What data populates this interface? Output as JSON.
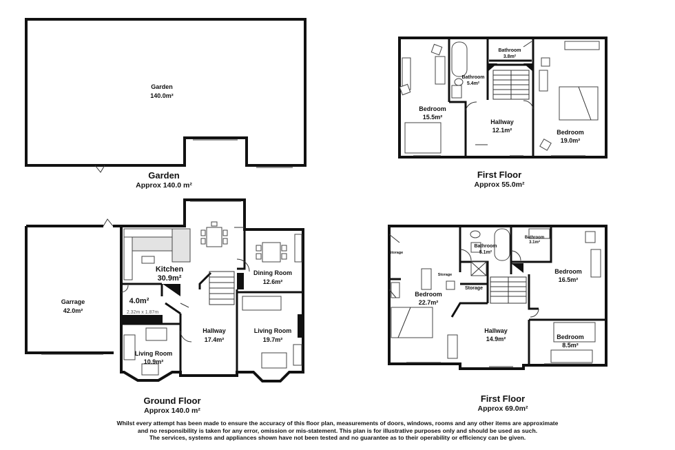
{
  "garden": {
    "room_name": "Garden",
    "room_area": "140.0m²",
    "title": "Garden",
    "approx": "Approx 140.0 m²"
  },
  "first_floor_top": {
    "title": "First Floor",
    "approx": "Approx 55.0m²",
    "rooms": {
      "bathroom_a": {
        "name": "Bathroom",
        "area": "5.4m²"
      },
      "bathroom_b": {
        "name": "Bathroom",
        "area": "3.8m²"
      },
      "bedroom_left": {
        "name": "Bedroom",
        "area": "15.5m²"
      },
      "hallway": {
        "name": "Hallway",
        "area": "12.1m²"
      },
      "bedroom_right": {
        "name": "Bedroom",
        "area": "19.0m²"
      }
    }
  },
  "ground_floor": {
    "title": "Ground Floor",
    "approx": "Approx 140.0 m²",
    "rooms": {
      "garrage": {
        "name": "Garrage",
        "area": "42.0m²"
      },
      "kitchen": {
        "name": "Kitchen",
        "area": "30.9m²"
      },
      "store": {
        "area": "4.0m²"
      },
      "dims": {
        "text": "2.32m x 1.87m"
      },
      "dining": {
        "name": "Dining Room",
        "area": "12.6m²"
      },
      "hallway": {
        "name": "Hallway",
        "area": "17.4m²"
      },
      "living_main": {
        "name": "Living Room",
        "area": "19.7m²"
      },
      "living_small": {
        "name": "Living Room",
        "area": "10.9m²"
      }
    }
  },
  "first_floor_bottom": {
    "title": "First Floor",
    "approx": "Approx 69.0m²",
    "rooms": {
      "storage_a": {
        "name": "Storage"
      },
      "storage_b": {
        "name": "Storage"
      },
      "storage_c": {
        "name": "Storage"
      },
      "bathroom_a": {
        "name": "Bathroom",
        "area": "5.1m²"
      },
      "bathroom_b": {
        "name": "Bathroom",
        "area": "3.1m²"
      },
      "bedroom_large": {
        "name": "Bedroom",
        "area": "22.7m²"
      },
      "bedroom_right": {
        "name": "Bedroom",
        "area": "16.5m²"
      },
      "hallway": {
        "name": "Hallway",
        "area": "14.9m²"
      },
      "bedroom_small": {
        "name": "Bedroom",
        "area": "8.5m²"
      }
    }
  },
  "disclaimer": {
    "line1": "Whilst every attempt has been made to ensure the accuracy of this floor plan, measurements of doors, windows, rooms and any other items are approximate",
    "line2": "and no responsibility is taken for any error, omission or mis-statement. This plan is for illustrative purposes only and should be used as such.",
    "line3": "The services, systems and appliances shown have not been tested and no guarantee as to their operability or efficiency can be given."
  }
}
